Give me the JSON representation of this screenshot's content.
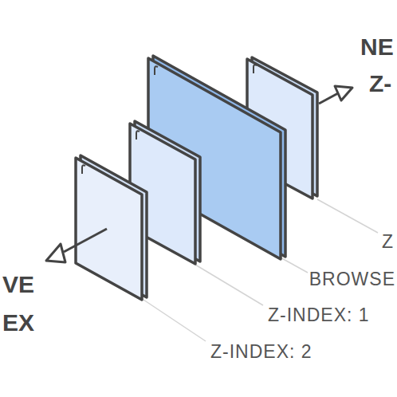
{
  "diagram": {
    "labels": [
      "NE",
      "Z-",
      "VE",
      "EX",
      "Z",
      "BROWSE",
      "Z-INDEX: 1",
      "Z-INDEX: 2"
    ]
  }
}
